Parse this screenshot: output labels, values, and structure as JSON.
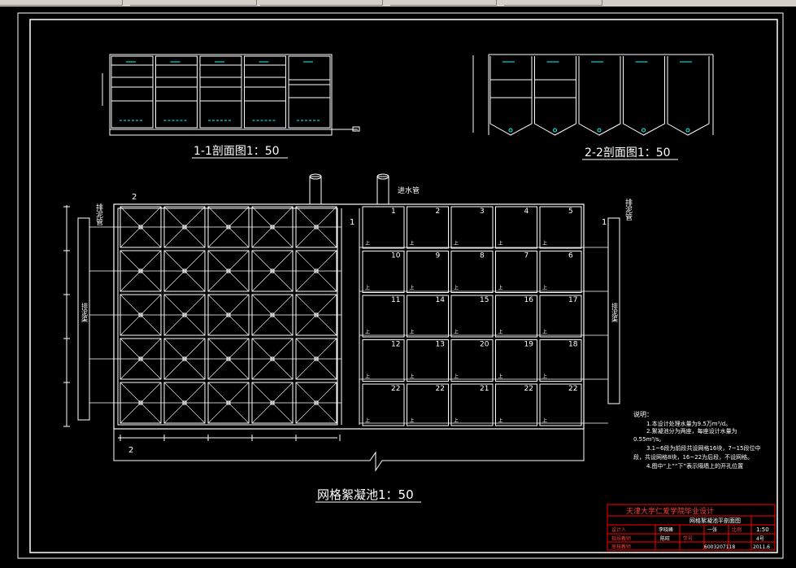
{
  "colors": {
    "background": "#000000",
    "line": "#ffffff",
    "dim": "#00ffff",
    "accent": "#ff0000",
    "ui": "#d4d0c8"
  },
  "section11": {
    "title": "1-1剖面图1：50"
  },
  "section22": {
    "title": "2-2剖面图1：50"
  },
  "plan": {
    "title": "网格絮凝池1：50",
    "inlet_label": "进水管",
    "section_mark_2": "2",
    "section_mark_1": "1",
    "drain_left": "排泥管",
    "drain_right": "排泥管",
    "channel_label": "排泥渠",
    "cell_numbers": [
      [
        "1",
        "2",
        "3",
        "4",
        "5"
      ],
      [
        "10",
        "9",
        "8",
        "7",
        "6"
      ],
      [
        "11",
        "14",
        "15",
        "16",
        "17"
      ],
      [
        "12",
        "13",
        "20",
        "19",
        "18"
      ],
      [
        "22",
        "22",
        "21",
        "22",
        "22"
      ]
    ],
    "cell_mark": "上"
  },
  "notes": {
    "heading": "说明：",
    "lines": [
      "1.本设计处理水量为9.5万m³/d。",
      "2.絮凝池分为两座，每座设计水量为",
      "0.55m³/s。",
      "3.1~6段为前段共设网格16块，7~15段位中",
      "段，共设网格8块，16~22为后段，不设网格。",
      "4.图中“上”“下”表示隔墙上的开孔位置"
    ]
  },
  "titleblock": {
    "school": "天津大学仁爱学院毕业设计",
    "drawing": "网格絮凝池平剖面图",
    "scale": "1:50",
    "rows": [
      [
        "设计人",
        "李晓峰",
        "一张",
        "比例"
      ],
      [
        "指导教师",
        "陈旺",
        "学号",
        "4号"
      ],
      [
        "审核教师",
        "",
        "6003207118",
        "2011.6"
      ]
    ]
  }
}
